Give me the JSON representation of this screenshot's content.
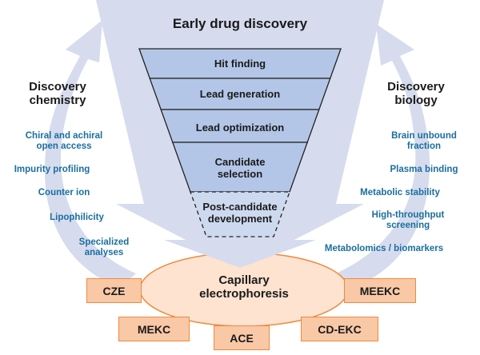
{
  "title": "Early drug discovery",
  "funnel_stages": [
    {
      "label": "Hit finding"
    },
    {
      "label": "Lead generation"
    },
    {
      "label": "Lead optimization"
    },
    {
      "label": "Candidate\nselection"
    },
    {
      "label": "Post-candidate\ndevelopment",
      "dashed": true
    }
  ],
  "left": {
    "heading": "Discovery\nchemistry",
    "items": [
      "Chiral and achiral\nopen access",
      "Impurity profiling",
      "Counter ion",
      "Lipophilicity",
      "Specialized\nanalyses"
    ]
  },
  "right": {
    "heading": "Discovery\nbiology",
    "items": [
      "Brain unbound\nfraction",
      "Plasma binding",
      "Metabolic stability",
      "High-throughput\nscreening",
      "Metabolomics / biomarkers"
    ]
  },
  "center": {
    "label": "Capillary\nelectrophoresis"
  },
  "techniques": [
    "CZE",
    "MEKC",
    "ACE",
    "CD-EKC",
    "MEEKC"
  ],
  "colors": {
    "funnel_bg": "#d6dcee",
    "stage_fill": "#b3c6e7",
    "post_fill": "#cdd9ef",
    "orange_border": "#ef8a3c",
    "orange_fill": "#fde3d0",
    "box_fill": "#f9c8a6",
    "blue_text": "#1a6e9e"
  }
}
